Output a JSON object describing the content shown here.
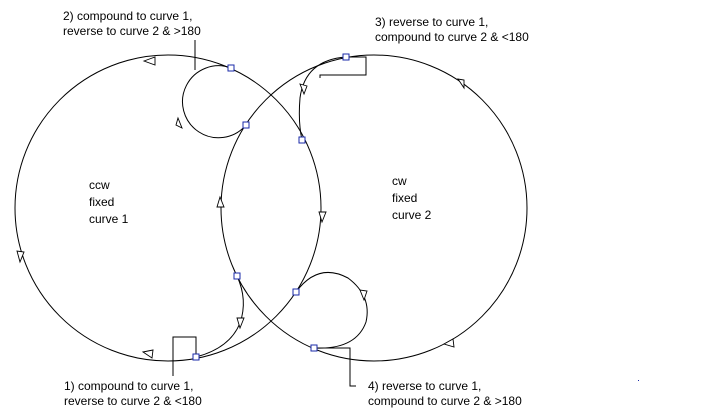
{
  "circles": [
    {
      "id": "curve-1",
      "labels": [
        "ccw",
        "fixed",
        "curve 1"
      ]
    },
    {
      "id": "curve-2",
      "labels": [
        "cw",
        "fixed",
        "curve 2"
      ]
    }
  ],
  "callouts": [
    {
      "id": "callout-2",
      "lines": [
        "2) compound to curve 1,",
        "reverse to curve 2 & >180"
      ]
    },
    {
      "id": "callout-3",
      "lines": [
        "3) reverse to curve 1,",
        "compound to curve 2 & <180"
      ]
    },
    {
      "id": "callout-1",
      "lines": [
        "1) compound to curve 1,",
        "reverse to curve 2 & <180"
      ]
    },
    {
      "id": "callout-4",
      "lines": [
        "4) reverse to curve 1,",
        "compound to curve 2 & >180"
      ]
    }
  ],
  "colors": {
    "line": "#000000",
    "grip": "#1a2aa8",
    "background": "#ffffff"
  }
}
